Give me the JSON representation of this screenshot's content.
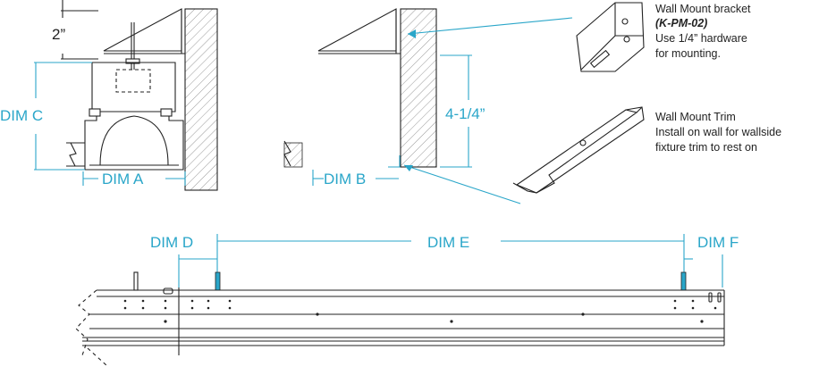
{
  "labels": {
    "dim_a": "DIM A",
    "dim_b": "DIM B",
    "dim_c": "DIM C",
    "dim_d": "DIM D",
    "dim_e": "DIM E",
    "dim_f": "DIM F",
    "two_inch": "2”",
    "four_quarter": "4-1/4”"
  },
  "bracket_note": {
    "title": "Wall Mount bracket",
    "part": "(K-PM-02)",
    "line1": "Use 1/4” hardware",
    "line2": "for mounting."
  },
  "trim_note": {
    "title": "Wall Mount Trim",
    "line1": "Install on wall for wallside",
    "line2": "fixture trim to rest on"
  },
  "colors": {
    "dimension": "#2aa6c9",
    "line": "#222222",
    "hatch": "#999999"
  }
}
